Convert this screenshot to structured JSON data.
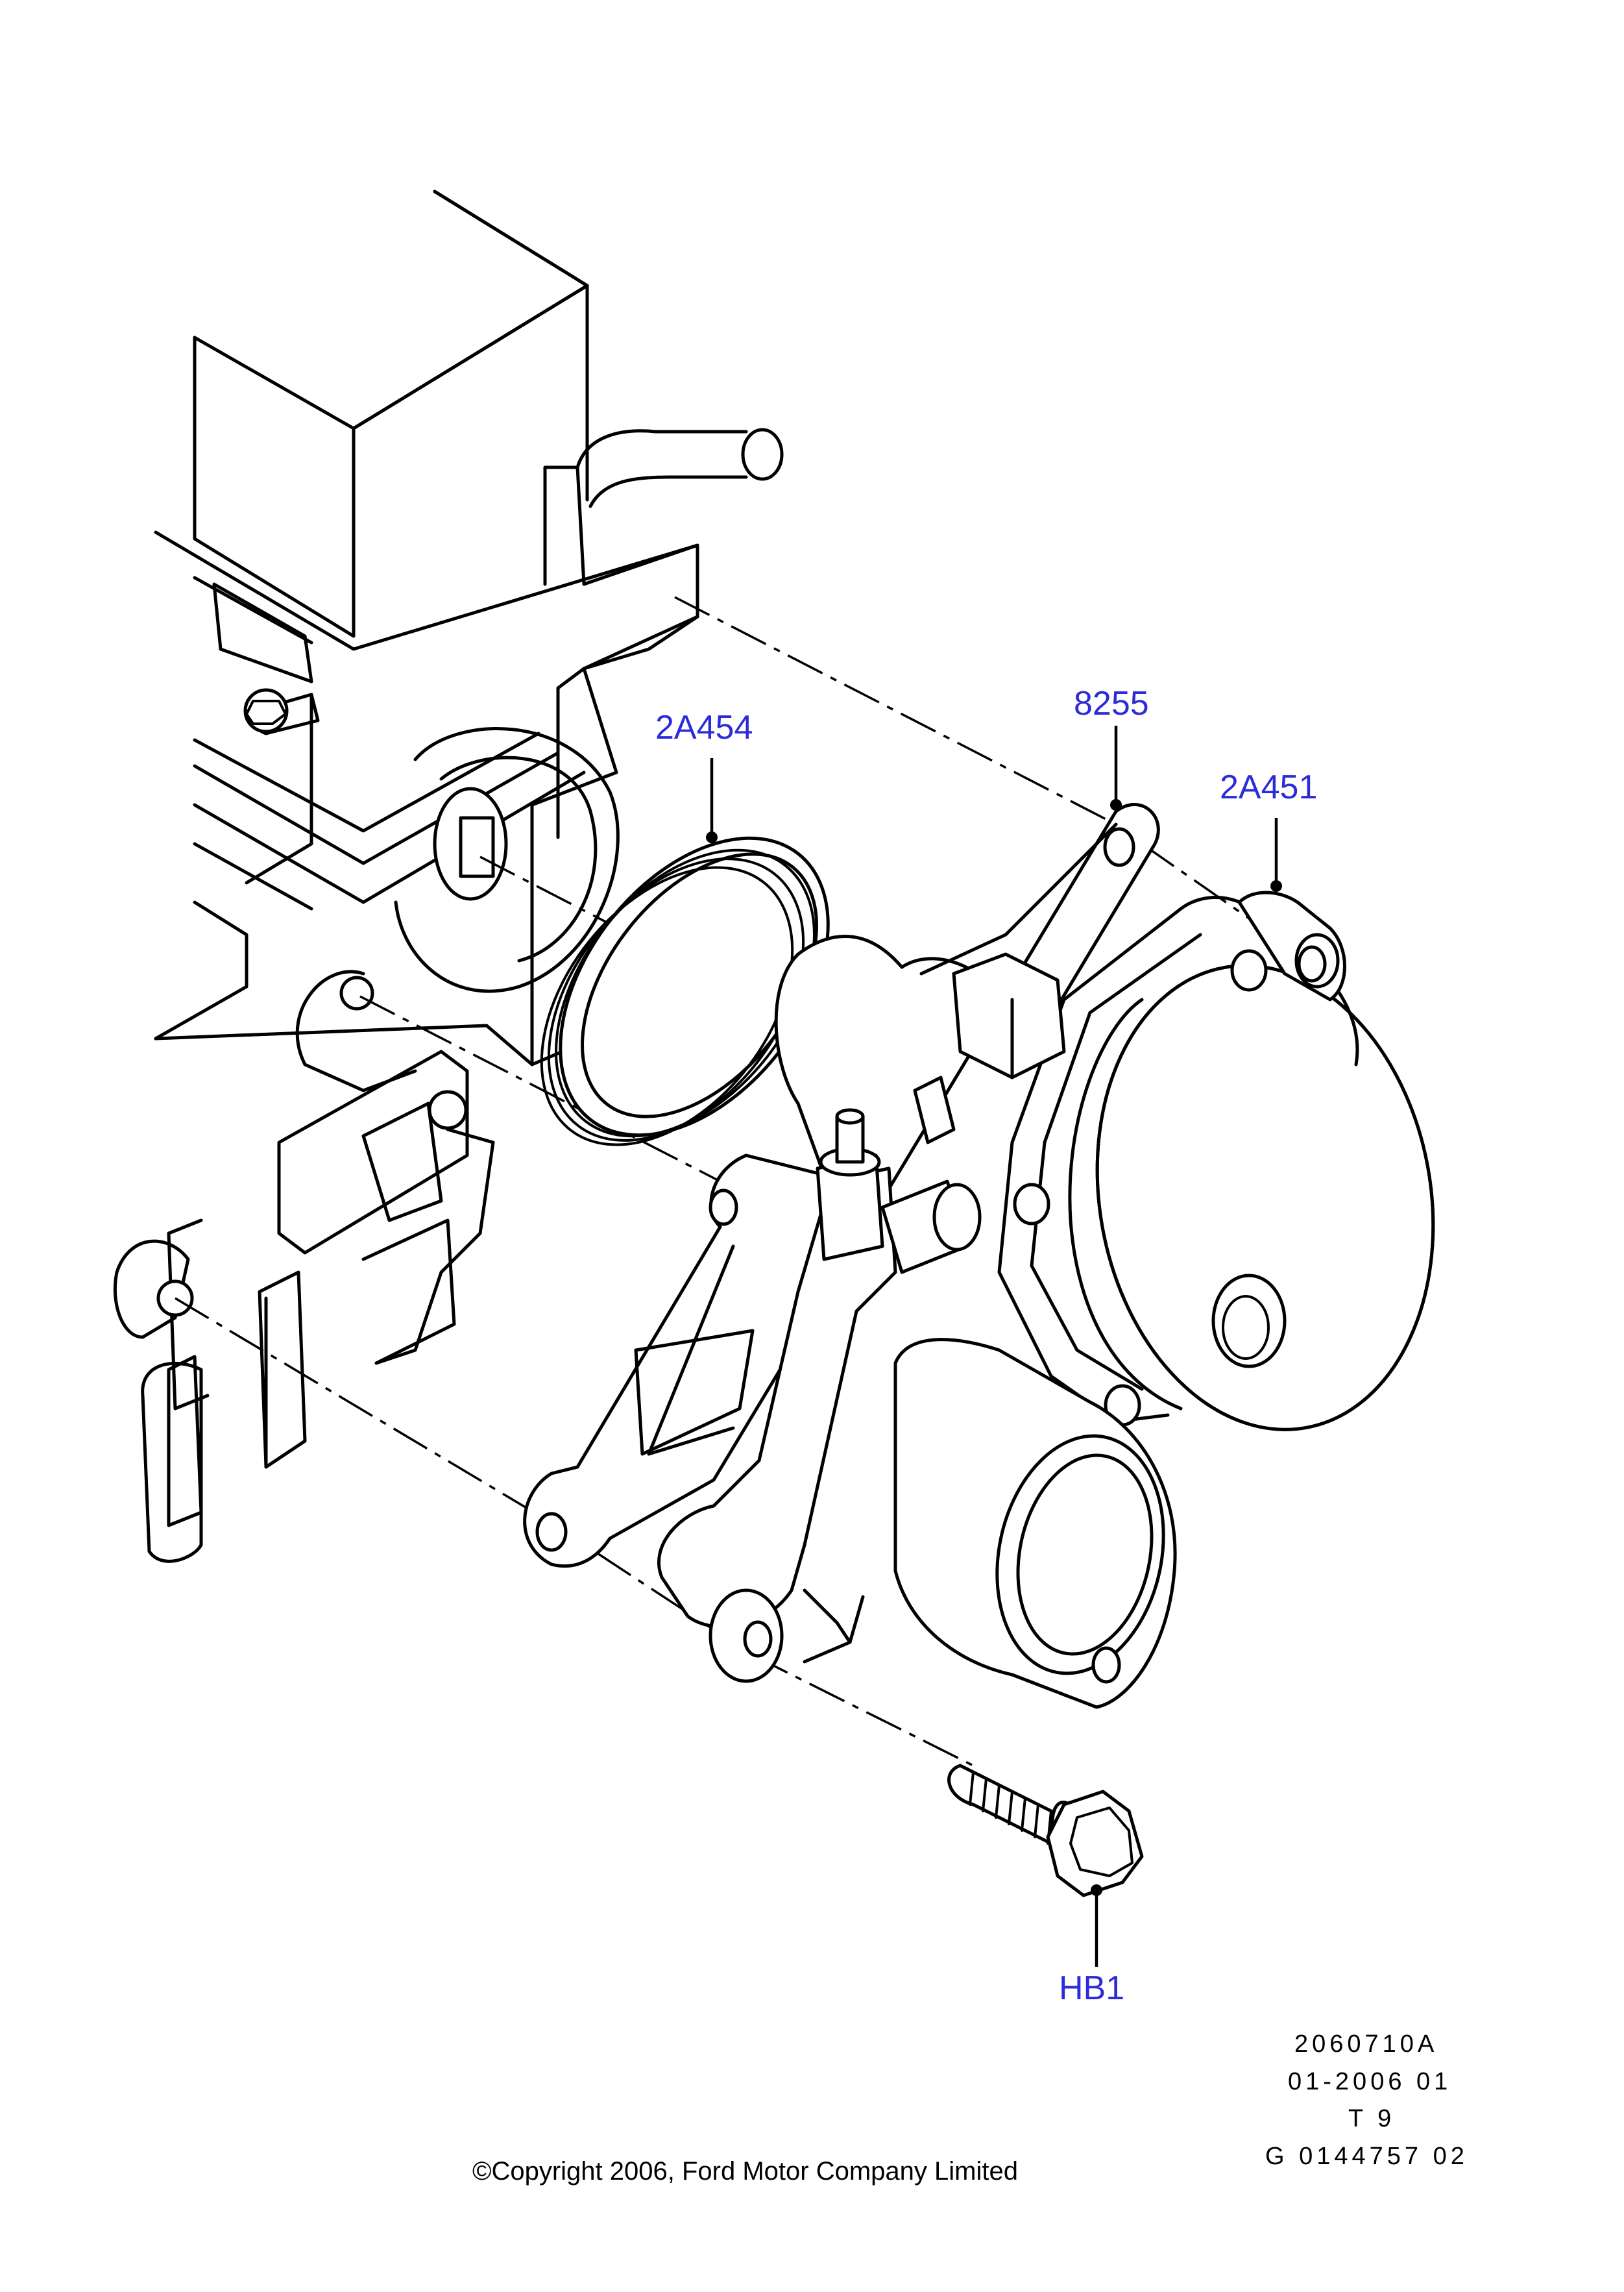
{
  "callouts": {
    "gasket_ring": "2A454",
    "gasket_plate": "8255",
    "vacuum_pump": "2A451",
    "bolt": "HB1"
  },
  "illustration_codes": [
    "2060710A",
    "01-2006 01",
    "T 9",
    "G 0144757 02"
  ],
  "copyright": "©Copyright 2006, Ford Motor Company Limited",
  "colors": {
    "callout": "#2b2bd9",
    "line": "#000000",
    "background": "#ffffff"
  }
}
